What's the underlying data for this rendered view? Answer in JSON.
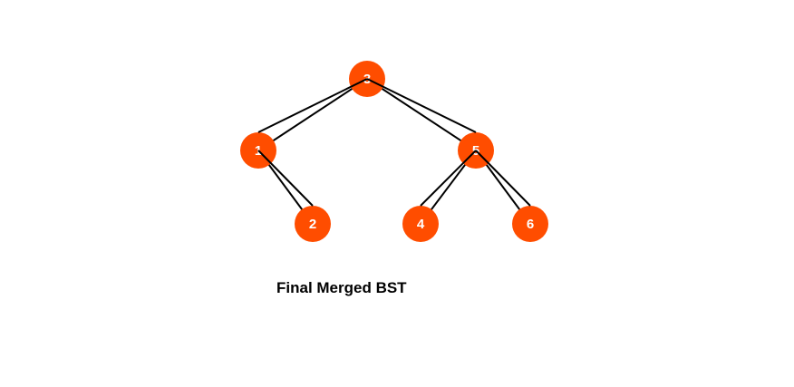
{
  "diagram": {
    "type": "binary-search-tree",
    "node_color": "#ff4d00",
    "edge_color": "#000000",
    "label_color": "#ffffff",
    "nodes": [
      {
        "id": "n3",
        "label": "3"
      },
      {
        "id": "n1",
        "label": "1"
      },
      {
        "id": "n5",
        "label": "5"
      },
      {
        "id": "n2",
        "label": "2"
      },
      {
        "id": "n4",
        "label": "4"
      },
      {
        "id": "n6",
        "label": "6"
      }
    ],
    "edges": [
      {
        "from": "n3",
        "to": "n1"
      },
      {
        "from": "n3",
        "to": "n5"
      },
      {
        "from": "n1",
        "to": "n2"
      },
      {
        "from": "n5",
        "to": "n4"
      },
      {
        "from": "n5",
        "to": "n6"
      }
    ]
  },
  "caption": "Final Merged BST"
}
